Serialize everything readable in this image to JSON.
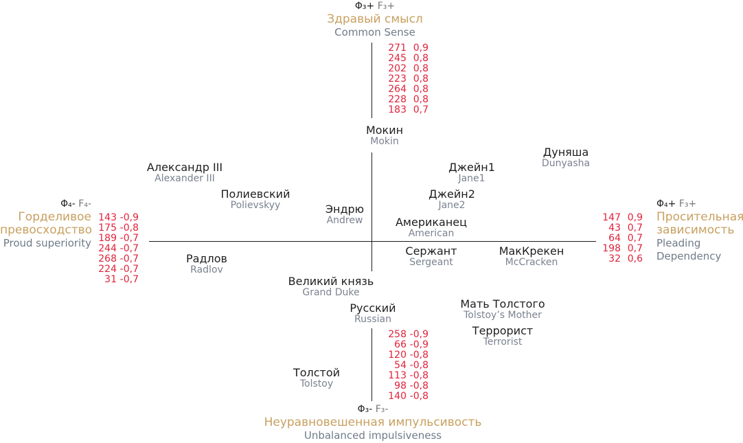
{
  "poles": {
    "top": {
      "sym1": "Φ₃+",
      "sym2": "F₃+",
      "ru": "Здравый смысл",
      "en": "Common Sense"
    },
    "bottom": {
      "sym1": "Φ₃-",
      "sym2": "F₃-",
      "ru": "Неуравновешенная импульсивость",
      "en": "Unbalanced impulsiveness"
    },
    "left": {
      "sym1": "Φ₄-",
      "sym2": "F₄-",
      "ru1": "Горделивое",
      "ru2": "превосходство",
      "en": "Proud superiority"
    },
    "right": {
      "sym1": "Φ₄+",
      "sym2": "F₃+",
      "ru1": "Просительная",
      "ru2": "зависимость",
      "en1": "Pleading",
      "en2": "Dependency"
    }
  },
  "values": {
    "top": [
      [
        "271",
        "0,9"
      ],
      [
        "245",
        "0,8"
      ],
      [
        "202",
        "0,8"
      ],
      [
        "223",
        "0,8"
      ],
      [
        "264",
        "0,8"
      ],
      [
        "228",
        "0,8"
      ],
      [
        "183",
        "0,7"
      ]
    ],
    "bottom": [
      [
        "258",
        "-0,9"
      ],
      [
        "66",
        "-0,9"
      ],
      [
        "120",
        "-0,8"
      ],
      [
        "54",
        "-0,8"
      ],
      [
        "113",
        "-0,8"
      ],
      [
        "98",
        "-0,8"
      ],
      [
        "140",
        "-0,8"
      ]
    ],
    "left": [
      [
        "143",
        "-0,9"
      ],
      [
        "175",
        "-0,8"
      ],
      [
        "189",
        "-0,7"
      ],
      [
        "244",
        "-0,7"
      ],
      [
        "268",
        "-0,7"
      ],
      [
        "224",
        "-0,7"
      ],
      [
        "31",
        "-0,7"
      ]
    ],
    "right": [
      [
        "147",
        "0,9"
      ],
      [
        "43",
        "0,7"
      ],
      [
        "64",
        "0,7"
      ],
      [
        "198",
        "0,7"
      ],
      [
        "32",
        "0,6"
      ]
    ]
  },
  "characters": {
    "mokin": {
      "ru": "Мокин",
      "en": "Mokin"
    },
    "dunyasha": {
      "ru": "Дуняша",
      "en": "Dunyasha"
    },
    "alexander": {
      "ru": "Александр III",
      "en": "Alexander III"
    },
    "jane1": {
      "ru": "Джейн1",
      "en": "Jane1"
    },
    "polievsky": {
      "ru": "Полиевский",
      "en": "Polievskyy"
    },
    "jane2": {
      "ru": "Джейн2",
      "en": "Jane2"
    },
    "andrew": {
      "ru": "Эндрю",
      "en": "Andrew"
    },
    "american": {
      "ru": "Американец",
      "en": "American"
    },
    "radlov": {
      "ru": "Радлов",
      "en": "Radlov"
    },
    "sergeant": {
      "ru": "Сержант",
      "en": "Sergeant"
    },
    "mccracken": {
      "ru": "МакКрекен",
      "en": "McCracken"
    },
    "grandduke": {
      "ru": "Великий князь",
      "en": "Grand Duke"
    },
    "tolstoysmother": {
      "ru": "Мать Толстого",
      "en": "Tolstoy’s Mother"
    },
    "russian": {
      "ru": "Русский",
      "en": "Russian"
    },
    "terrorist": {
      "ru": "Террорист",
      "en": "Terrorist"
    },
    "tolstoy": {
      "ru": "Толстой",
      "en": "Tolstoy"
    }
  }
}
